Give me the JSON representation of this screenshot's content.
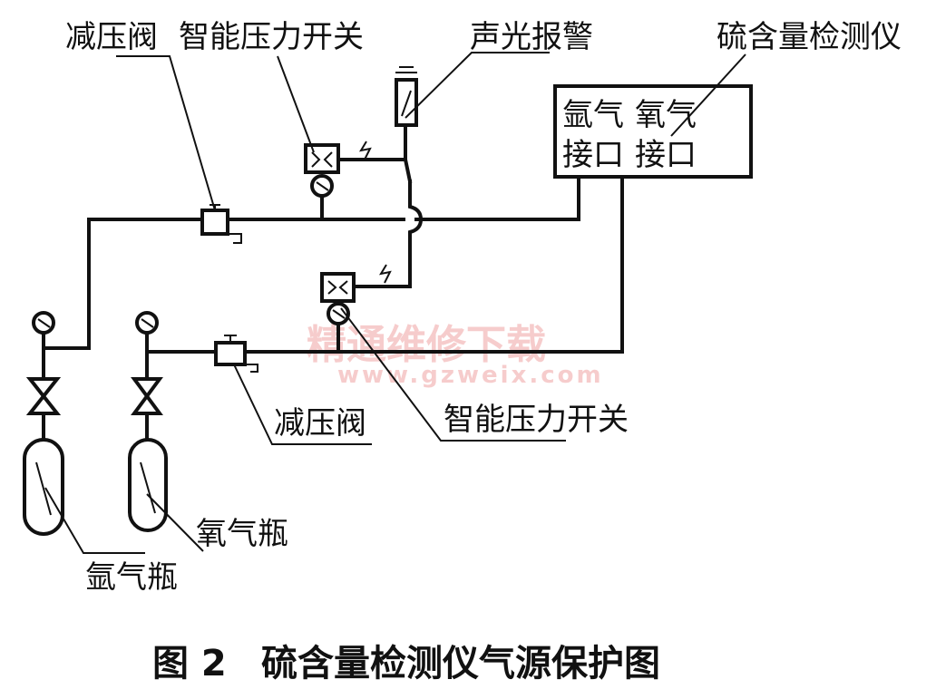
{
  "labels": {
    "reducer_top": "减压阀",
    "switch_top": "智能压力开关",
    "alarm": "声光报警",
    "analyzer": "硫含量检测仪",
    "reducer_bottom": "减压阀",
    "switch_bottom": "智能压力开关",
    "oxygen_bottle": "氧气瓶",
    "argon_bottle": "氩气瓶"
  },
  "analyzer_box": {
    "argon_port": "氩气",
    "oxygen_port": "氧气",
    "port_a": "接口",
    "port_b": "接口"
  },
  "caption": {
    "figure_no": "图 2",
    "title": "硫含量检测仪气源保护图"
  },
  "watermark": {
    "text_cn": "精通维修下载",
    "url": "www.gzweix.com"
  },
  "icons": [
    "pressure-gauge-icon",
    "valve-icon",
    "gas-cylinder-icon",
    "pressure-reducer-icon",
    "pressure-switch-icon",
    "alarm-lamp-icon",
    "lightning-icon"
  ]
}
